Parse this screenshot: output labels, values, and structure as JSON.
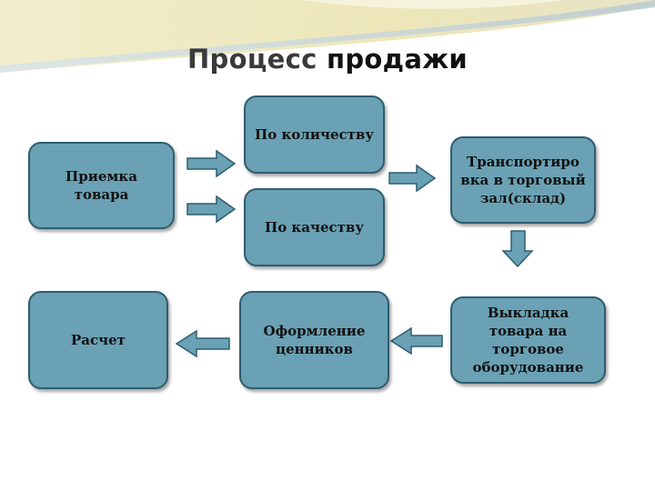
{
  "title": {
    "word1": "Процесс",
    "word2": "продажи"
  },
  "nodes": {
    "priemka": "Приемка\nтовара",
    "po_kolichestvu": "По количеству",
    "po_kachestvu": "По качеству",
    "transport": "Транспортиро\nвка в торговый\nзал(склад)",
    "vykladka": "Выкладка\nтовара на\nторговое\nоборудование",
    "oformlenie": "Оформление\nценников",
    "raschet": "Расчет"
  },
  "colors": {
    "box_fill": "#6aa1b4",
    "box_border": "#2f5d70",
    "title": "#3a3a3a"
  }
}
